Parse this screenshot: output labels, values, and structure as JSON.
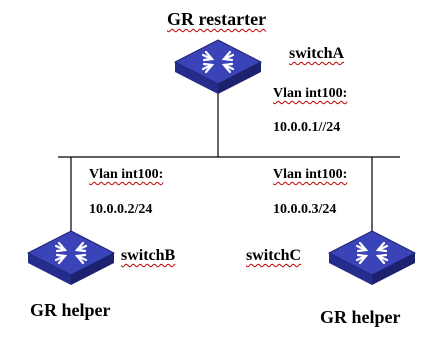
{
  "top_role": "GR restarter",
  "switches": {
    "a": {
      "name": "switchA",
      "vlan": "Vlan int100:",
      "ip": "10.0.0.1//24"
    },
    "b": {
      "name": "switchB",
      "vlan": "Vlan int100:",
      "ip": "10.0.0.2/24",
      "role": "GR helper"
    },
    "c": {
      "name": "switchC",
      "vlan": "Vlan int100:",
      "ip": "10.0.0.3/24",
      "role": "GR helper"
    }
  },
  "colors": {
    "switch_top": "#3a44b8",
    "switch_side": "#252d8c",
    "line": "#000000",
    "spellcheck": "#c00000"
  },
  "icons": [
    "switch-icon",
    "switch-icon",
    "switch-icon"
  ]
}
